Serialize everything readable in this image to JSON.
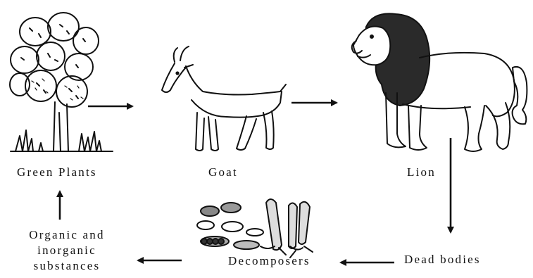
{
  "nodes": {
    "green_plants": {
      "label": "Green Plants",
      "icon": "tree-icon"
    },
    "goat": {
      "label": "Goat",
      "icon": "goat-icon"
    },
    "lion": {
      "label": "Lion",
      "icon": "lion-icon"
    },
    "dead_bodies": {
      "label": "Dead bodies"
    },
    "decomposers": {
      "label": "Decomposers",
      "icon": "decomposers-icon"
    },
    "substances": {
      "lines": [
        "Organic and",
        "inorganic",
        "substances"
      ]
    }
  },
  "colors": {
    "ink": "#111111",
    "background": "#ffffff"
  }
}
